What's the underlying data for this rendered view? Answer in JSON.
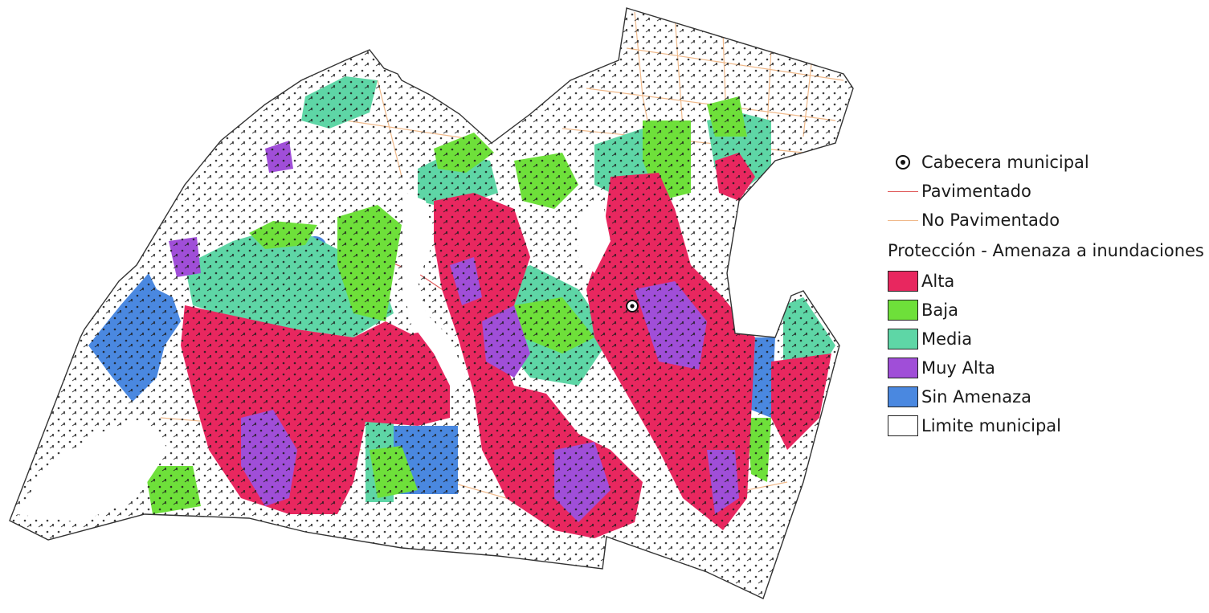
{
  "legend": {
    "cabecera": {
      "label": "Cabecera municipal",
      "icon": "cabecera-point-icon"
    },
    "pavimentado": {
      "label": "Pavimentado",
      "color": "#e05a5a"
    },
    "no_pavimentado": {
      "label": "No Pavimentado",
      "color": "#f0b98a"
    },
    "threat_title": "Protección - Amenaza a inundaciones",
    "categories": [
      {
        "key": "alta",
        "label": "Alta",
        "color": "#e8275f"
      },
      {
        "key": "baja",
        "label": "Baja",
        "color": "#6ee03a"
      },
      {
        "key": "media",
        "label": "Media",
        "color": "#5ed6a6"
      },
      {
        "key": "muy_alta",
        "label": "Muy Alta",
        "color": "#a04ed8"
      },
      {
        "key": "sin_amenaza",
        "label": "Sin Amenaza",
        "color": "#4a88e0"
      },
      {
        "key": "limite",
        "label": "Limite municipal",
        "color": "#ffffff"
      }
    ]
  }
}
